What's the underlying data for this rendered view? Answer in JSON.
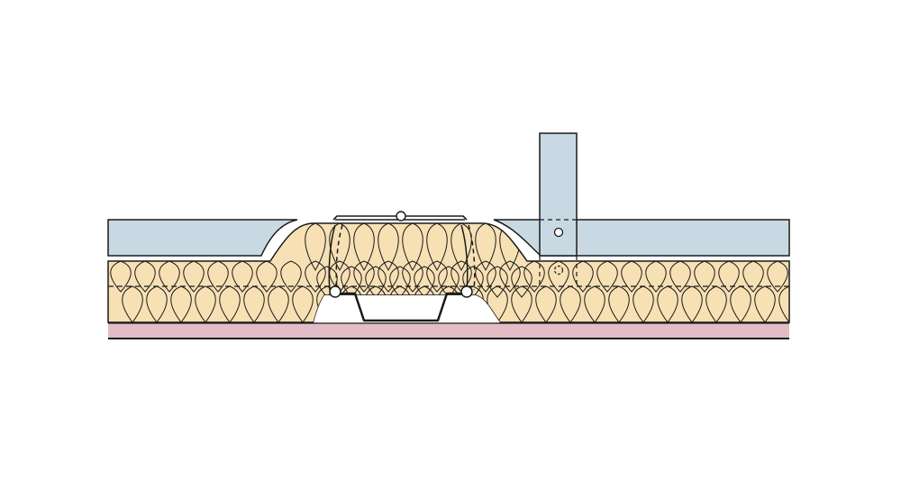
{
  "diagram": {
    "type": "construction-section-detail",
    "labels": [],
    "colors": {
      "background": "#ffffff",
      "board": "#c9d9e3",
      "insulation": "#f7e0b4",
      "membrane": "#e2bcc6",
      "stroke": "#1a1a1a"
    },
    "layers": [
      {
        "name": "board",
        "color_key": "board"
      },
      {
        "name": "insulation",
        "color_key": "insulation"
      },
      {
        "name": "membrane",
        "color_key": "membrane"
      }
    ],
    "components": [
      "vertical-stud",
      "hat-channel",
      "clip",
      "cover-plate"
    ]
  }
}
